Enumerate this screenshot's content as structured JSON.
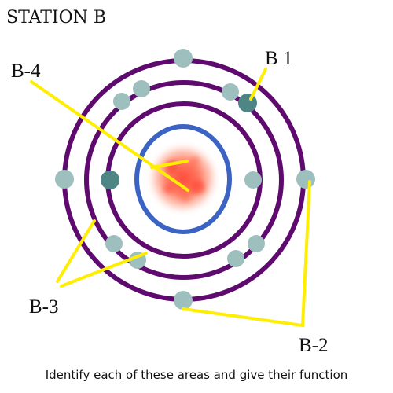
{
  "title": "STATION B",
  "callouts": {
    "b1": "B 1",
    "b2": "B-2",
    "b3": "B-3",
    "b4": "B-4"
  },
  "instruction": "Identify each of these areas  and give their function",
  "colors": {
    "shell": "#5e0a6e",
    "nucleus_ring": "#3b63c4",
    "nucleus_core": "#ff5a4a",
    "leader_line": "#ffee00",
    "electron_light": "#9dbfbd",
    "electron_dark": "#4e8585"
  }
}
